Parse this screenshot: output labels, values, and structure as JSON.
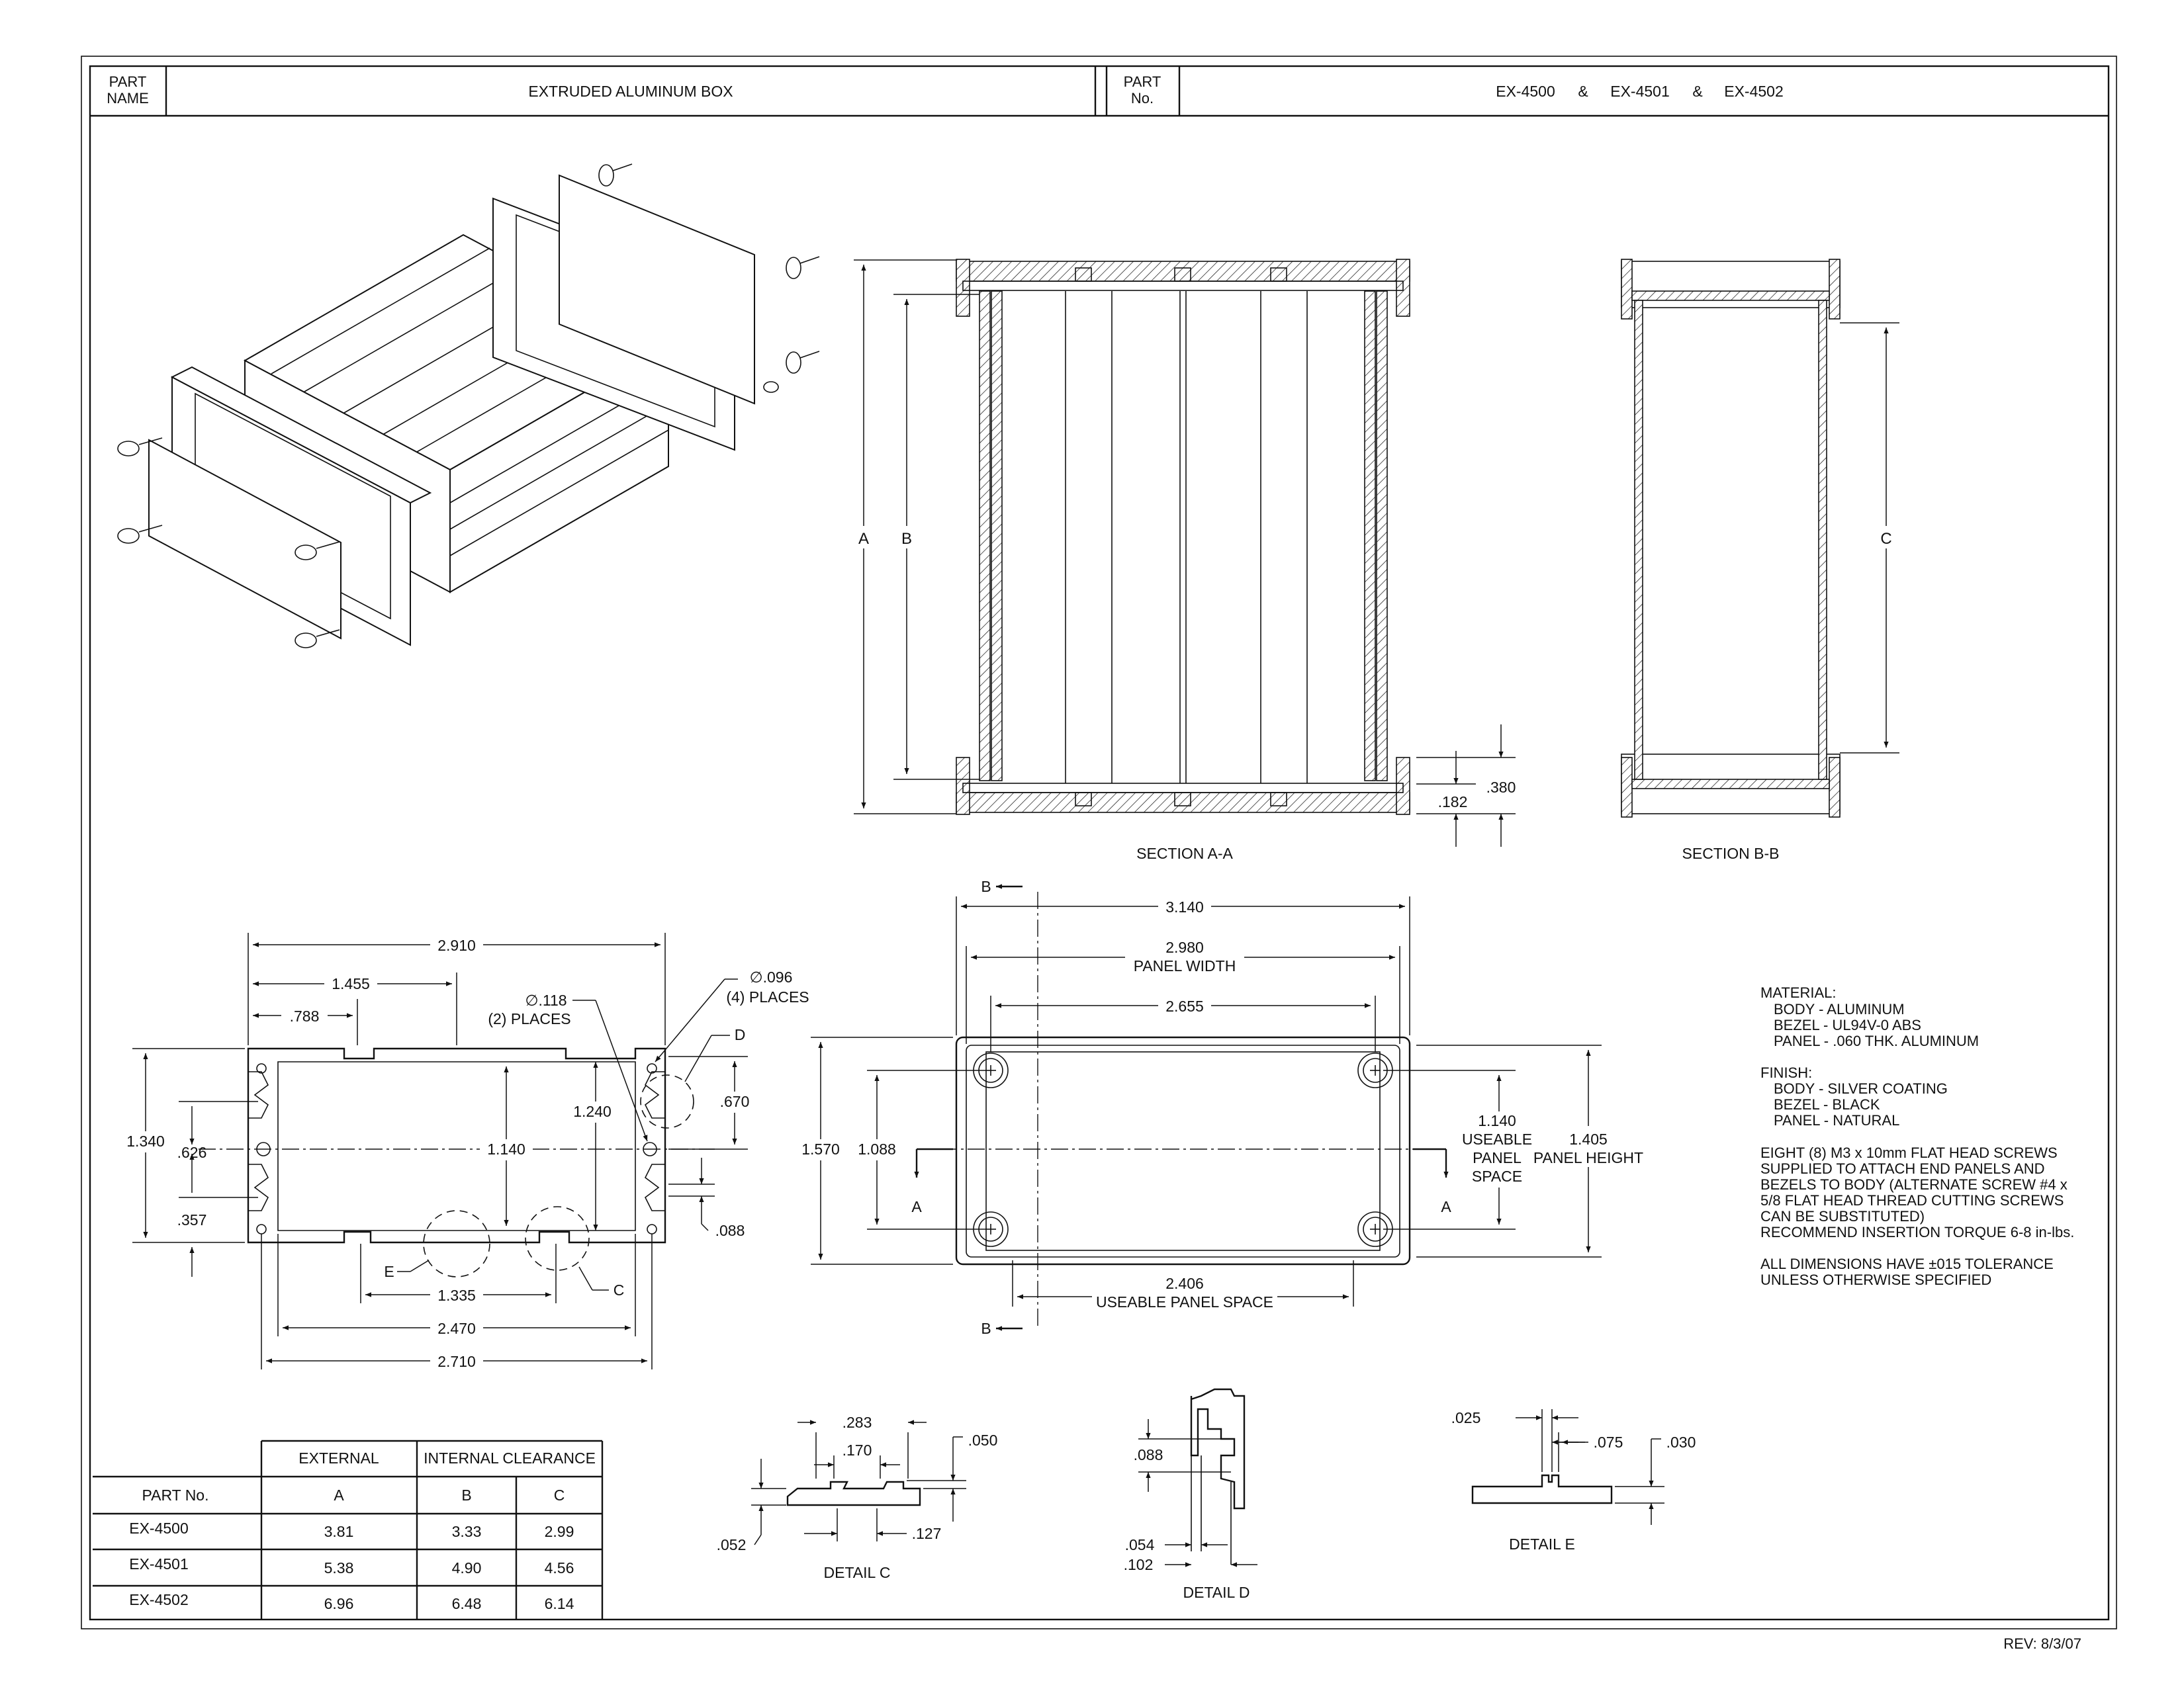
{
  "title_block": {
    "part_name_label_1": "PART",
    "part_name_label_2": "NAME",
    "part_name": "EXTRUDED ALUMINUM BOX",
    "part_no_label_1": "PART",
    "part_no_label_2": "No.",
    "part_numbers": [
      "EX-4500",
      "EX-4501",
      "EX-4502"
    ],
    "separator": "&"
  },
  "views": {
    "section_aa": {
      "label": "SECTION A-A",
      "dim_a": "A",
      "dim_b": "B",
      "dim_182": ".182",
      "dim_380": ".380"
    },
    "section_bb": {
      "label": "SECTION B-B",
      "dim_c": "C"
    },
    "end_view": {
      "dims": {
        "d2910": "2.910",
        "d1455": "1.455",
        "d788": ".788",
        "hole118": "∅.118",
        "hole118_places": "(2) PLACES",
        "hole096": "∅.096",
        "hole096_places": "(4) PLACES",
        "d1340": "1.340",
        "d626": ".626",
        "d357": ".357",
        "d1140": "1.140",
        "d1240": "1.240",
        "d670": ".670",
        "d088": ".088",
        "d1335": "1.335",
        "d2470": "2.470",
        "d2710": "2.710"
      },
      "callouts": {
        "d": "D",
        "e": "E",
        "c": "C"
      }
    },
    "front_view": {
      "dims": {
        "d3140": "3.140",
        "d2980": "2.980",
        "panel_width": "PANEL WIDTH",
        "d2655": "2.655",
        "d1570": "1.570",
        "d1088": "1.088",
        "d1140": "1.140",
        "useable": "USEABLE",
        "panel": "PANEL",
        "space": "SPACE",
        "d1405": "1.405",
        "panel_height": "PANEL HEIGHT",
        "d2406": "2.406",
        "useable_panel_space": "USEABLE PANEL SPACE"
      },
      "section_marks": {
        "b": "B",
        "a": "A"
      }
    },
    "detail_c": {
      "label": "DETAIL C",
      "d283": ".283",
      "d170": ".170",
      "d050": ".050",
      "d052": ".052",
      "d127": ".127"
    },
    "detail_d": {
      "label": "DETAIL D",
      "d088": ".088",
      "d054": ".054",
      "d102": ".102"
    },
    "detail_e": {
      "label": "DETAIL E",
      "d025": ".025",
      "d075": ".075",
      "d030": ".030"
    }
  },
  "notes": {
    "material_title": "MATERIAL:",
    "material": [
      "BODY - ALUMINUM",
      "BEZEL - UL94V-0 ABS",
      "PANEL - .060 THK. ALUMINUM"
    ],
    "finish_title": "FINISH:",
    "finish": [
      "BODY - SILVER COATING",
      "BEZEL - BLACK",
      "PANEL - NATURAL"
    ],
    "screws": [
      "EIGHT (8) M3 x 10mm FLAT HEAD SCREWS",
      "SUPPLIED TO ATTACH END PANELS AND",
      "BEZELS TO BODY (ALTERNATE SCREW #4 x",
      "5/8 FLAT HEAD THREAD CUTTING SCREWS",
      "CAN BE SUBSTITUTED)",
      "RECOMMEND INSERTION TORQUE 6-8 in-lbs."
    ],
    "tolerance": [
      "ALL DIMENSIONS HAVE  ±015 TOLERANCE",
      "UNLESS OTHERWISE SPECIFIED"
    ]
  },
  "table": {
    "headers": {
      "external": "EXTERNAL",
      "internal": "INTERNAL CLEARANCE",
      "part_no": "PART No.",
      "a": "A",
      "b": "B",
      "c": "C"
    },
    "rows": [
      {
        "part": "EX-4500",
        "a": "3.81",
        "b": "3.33",
        "c": "2.99"
      },
      {
        "part": "EX-4501",
        "a": "5.38",
        "b": "4.90",
        "c": "4.56"
      },
      {
        "part": "EX-4502",
        "a": "6.96",
        "b": "6.48",
        "c": "6.14"
      }
    ]
  },
  "revision": "REV: 8/3/07"
}
